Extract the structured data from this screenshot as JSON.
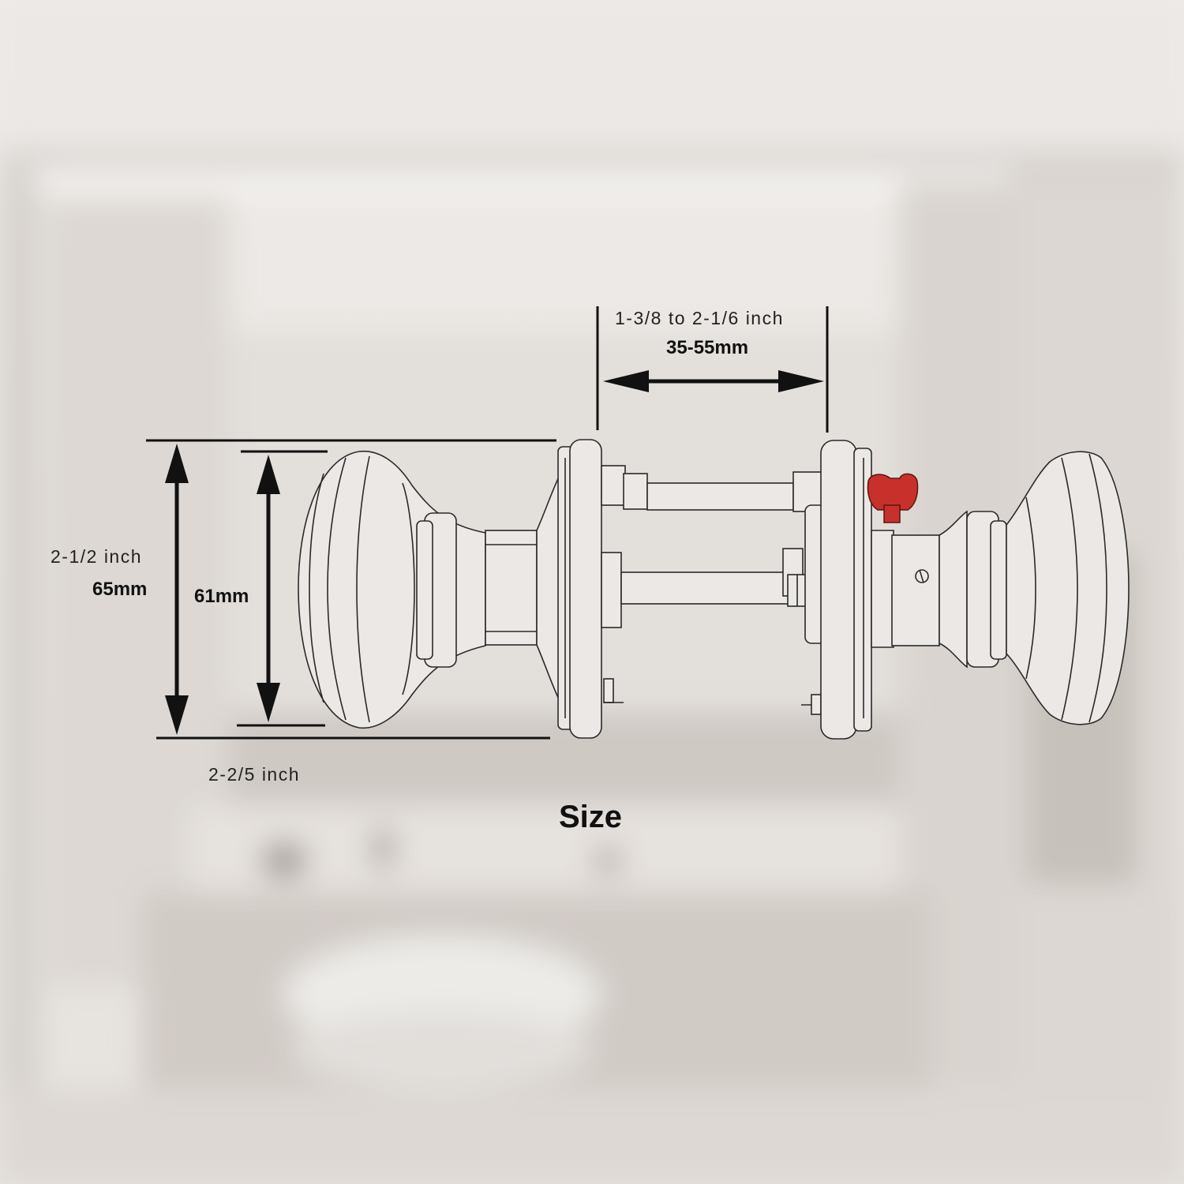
{
  "title": "Size",
  "dimensions": {
    "door_thickness": {
      "inch": "1-3/8 to 2-1/6 inch",
      "mm": "35-55mm"
    },
    "rose_diameter": {
      "inch": "2-1/2 inch",
      "mm": "65mm"
    },
    "knob_diameter": {
      "mm": "61mm",
      "inch": "2-2/5 inch"
    }
  },
  "colors": {
    "line": "#111111",
    "drawing_fill": "#ece8e5",
    "privacy_button": "#c8312b",
    "background": "#e8e4e1"
  },
  "icons": [
    "door-knob-icon",
    "dimension-arrow-icon",
    "privacy-button-icon"
  ]
}
